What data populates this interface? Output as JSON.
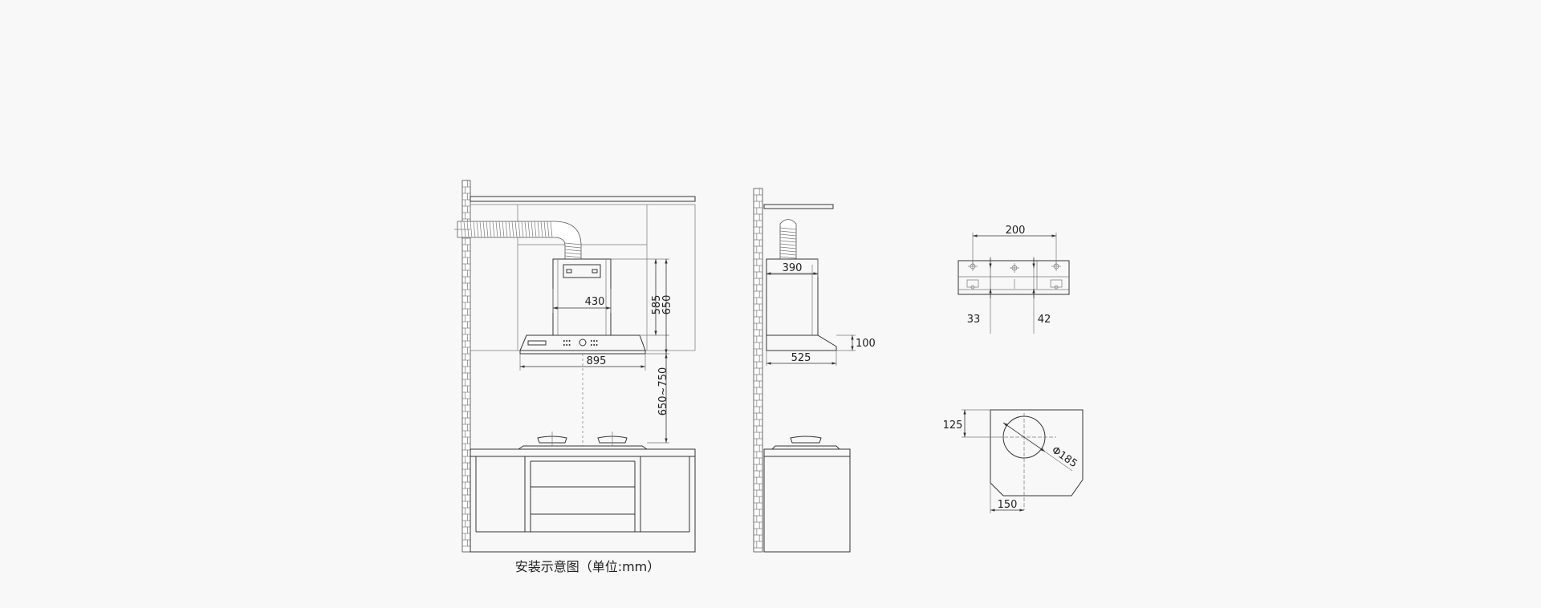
{
  "caption": "安装示意图（单位:mm）",
  "front_view": {
    "dim_width_body": "430",
    "dim_height_inner": "585",
    "dim_height_outer": "650",
    "dim_width_hood": "895",
    "dim_install_height": "650~750"
  },
  "side_view": {
    "dim_depth_body": "390",
    "dim_depth_hood": "525",
    "dim_hood_height": "100"
  },
  "bracket_detail": {
    "dim_span": "200",
    "dim_left": "33",
    "dim_right": "42"
  },
  "outlet_detail": {
    "dim_offset_top": "125",
    "dim_diameter": "Φ185",
    "dim_offset_side": "150"
  },
  "colors": {
    "background": "#f8f8f8",
    "line": "#333333"
  }
}
